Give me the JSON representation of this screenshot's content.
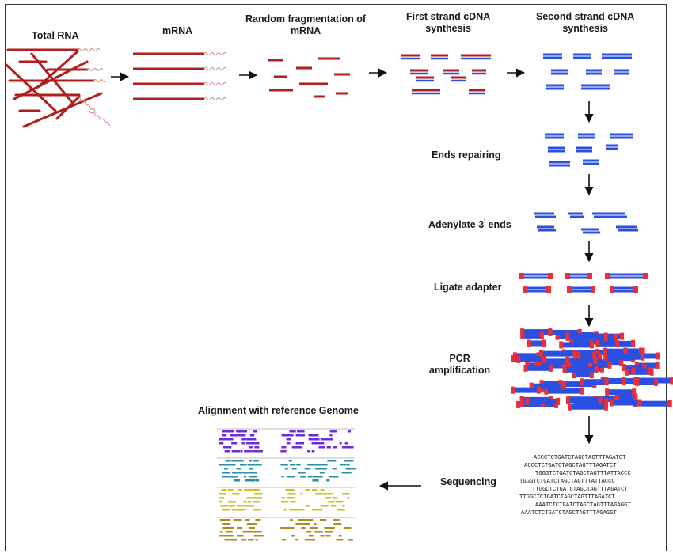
{
  "steps": {
    "total_rna": "Total RNA",
    "mrna": "mRNA",
    "fragmentation_line1": "Random fragmentation of",
    "fragmentation_line2": "mRNA",
    "first_strand_line1": "First strand cDNA",
    "first_strand_line2": "synthesis",
    "second_strand_line1": "Second strand cDNA",
    "second_strand_line2": "synthesis",
    "ends_repairing": "Ends repairing",
    "adenylate_prefix": "Adenylate 3",
    "adenylate_sup": "'",
    "adenylate_suffix": " ends",
    "ligate_adapter": "Ligate adapter",
    "pcr_line1": "PCR",
    "pcr_line2": "amplification",
    "sequencing": "Sequencing",
    "alignment": "Alignment with reference Genome"
  },
  "sequences": [
    "ACCCTCTGATCTAGCTAGTTTAGATCT",
    "ACCCTCTGATCTAGCTAGTTTAGATCT",
    "TGGGTCTGATCTAGCTAGTTTATTACCC",
    "TGGGTCTGATCTAGCTAGTTTATTACCC",
    "TTGGCTCTGATCTAGCTAGTTTAGATCT",
    "TTGGCTCTGATCTAGCTAGTTTAGATCT",
    "AAATCTCTGATCTAGCTAGTTTAGAGGT",
    "AAATCTCTGATCTAGCTAGTTTAGAGGT"
  ],
  "colors": {
    "rna": "#b01e1e",
    "cdna": "#2b4fe0",
    "adapter": "#e8303a",
    "track_purple": "#6a2fd8",
    "track_teal": "#2a8fa0",
    "track_yellow": "#c8c814",
    "track_gold": "#b08a1a"
  }
}
